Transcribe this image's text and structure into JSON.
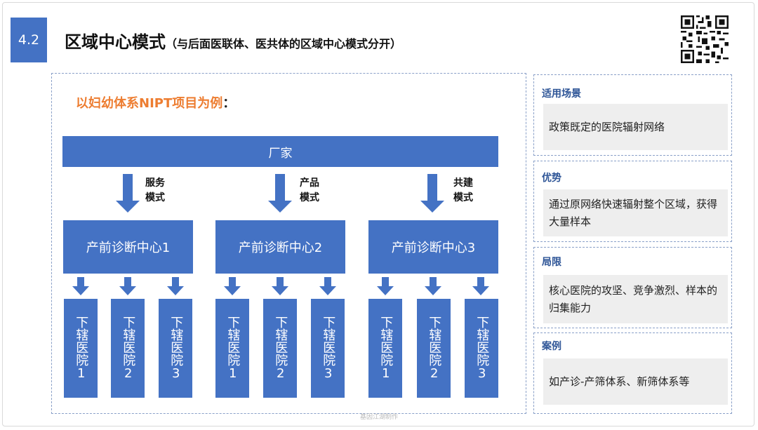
{
  "header": {
    "section_number": "4.2",
    "title": "区域中心模式",
    "subtitle": "（与后面医联体、医共体的区域中心模式分开）"
  },
  "diagram": {
    "example_label": "以妇幼体系NIPT项目为例",
    "example_colon": "：",
    "top_node": "厂家",
    "modes": [
      {
        "line1": "服务",
        "line2": "模式"
      },
      {
        "line1": "产品",
        "line2": "模式"
      },
      {
        "line1": "共建",
        "line2": "模式"
      }
    ],
    "centers": [
      "产前诊断中心1",
      "产前诊断中心2",
      "产前诊断中心3"
    ],
    "hospitals": [
      "下辖医院1",
      "下辖医院2",
      "下辖医院3"
    ]
  },
  "sidebar": [
    {
      "heading": "适用场景",
      "content": "政策既定的医院辐射网络"
    },
    {
      "heading": "优势",
      "content": "通过原网络快速辐射整个区域，获得大量样本"
    },
    {
      "heading": "局限",
      "content": "核心医院的攻坚、竞争激烈、样本的归集能力"
    },
    {
      "heading": "案例",
      "content": "如产诊-产筛体系、新筛体系等"
    }
  ],
  "footer": {
    "text": "基因江湖制作"
  },
  "colors": {
    "accent": "#4472c4",
    "highlight": "#ed7d31",
    "heading": "#2e5597"
  }
}
